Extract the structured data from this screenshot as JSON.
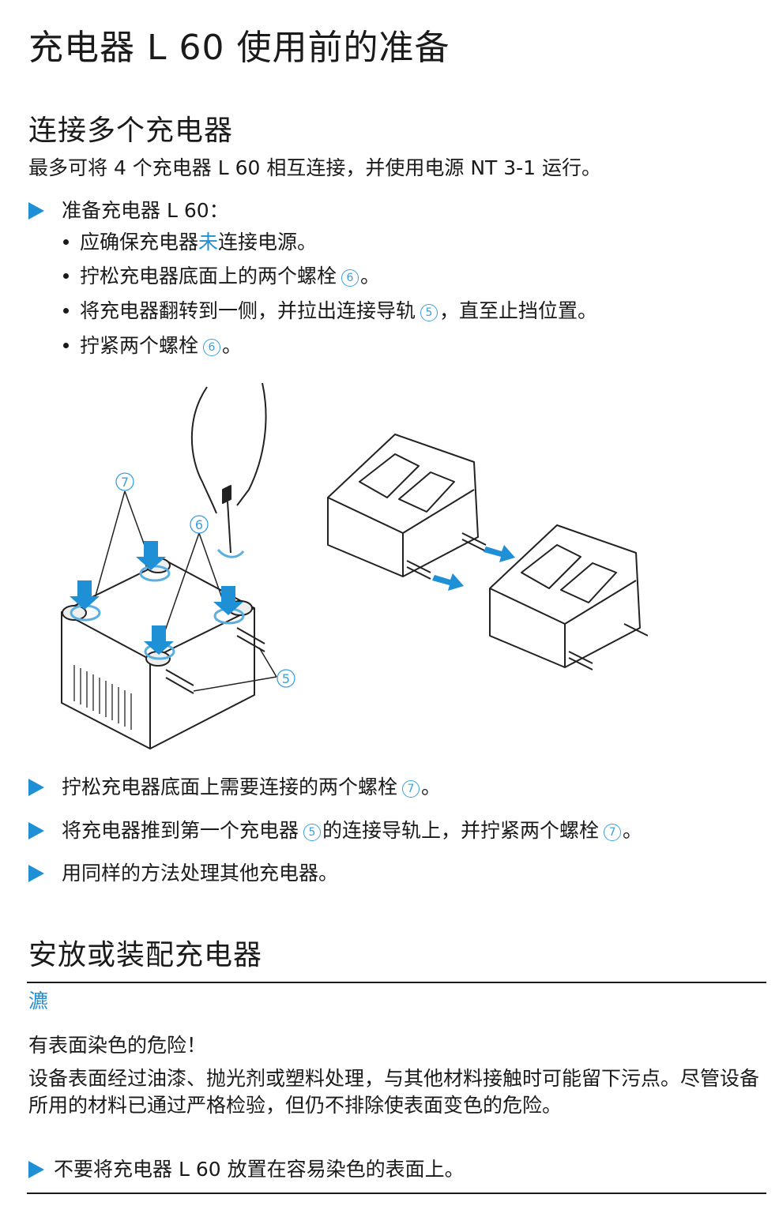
{
  "title": "充电器 L 60 使用前的准备",
  "section1": {
    "heading": "连接多个充电器",
    "intro": "最多可将 4 个充电器 L 60 相互连接，并使用电源 NT 3-1 运行。",
    "step1": "准备充电器 L 60：",
    "bullets": {
      "b1_pre": "应确保充电器",
      "b1_hl": "未",
      "b1_post": "连接电源。",
      "b2_pre": "拧松充电器底面上的两个螺栓",
      "b2_num": "6",
      "b2_post": "。",
      "b3_pre": "将充电器翻转到一侧，并拉出连接导轨",
      "b3_num": "5",
      "b3_post": "，直至止挡位置。",
      "b4_pre": "拧紧两个螺栓",
      "b4_num": "6",
      "b4_post": "。"
    },
    "figure": {
      "callout_7": "7",
      "callout_6": "6",
      "callout_5": "5"
    },
    "step2_pre": "拧松充电器底面上需要连接的两个螺栓",
    "step2_num": "7",
    "step2_post": "。",
    "step3_pre": "将充电器推到第一个充电器",
    "step3_num1": "5",
    "step3_mid": "的连接导轨上，并拧紧两个螺栓",
    "step3_num2": "7",
    "step3_post": "。",
    "step4": "用同样的方法处理其他充电器。"
  },
  "section2": {
    "heading": "安放或装配充电器",
    "warning_label": "瀌",
    "warning_title": "有表面染色的危险！",
    "warning_text": "设备表面经过油漆、抛光剂或塑料处理，与其他材料接触时可能留下污点。尽管设备所用的材料已通过严格检验，但仍不排除使表面变色的危险。",
    "warning_step": "不要将充电器 L 60 放置在容易染色的表面上。"
  },
  "colors": {
    "accent": "#1f8fd6",
    "text": "#1a1a1a"
  }
}
